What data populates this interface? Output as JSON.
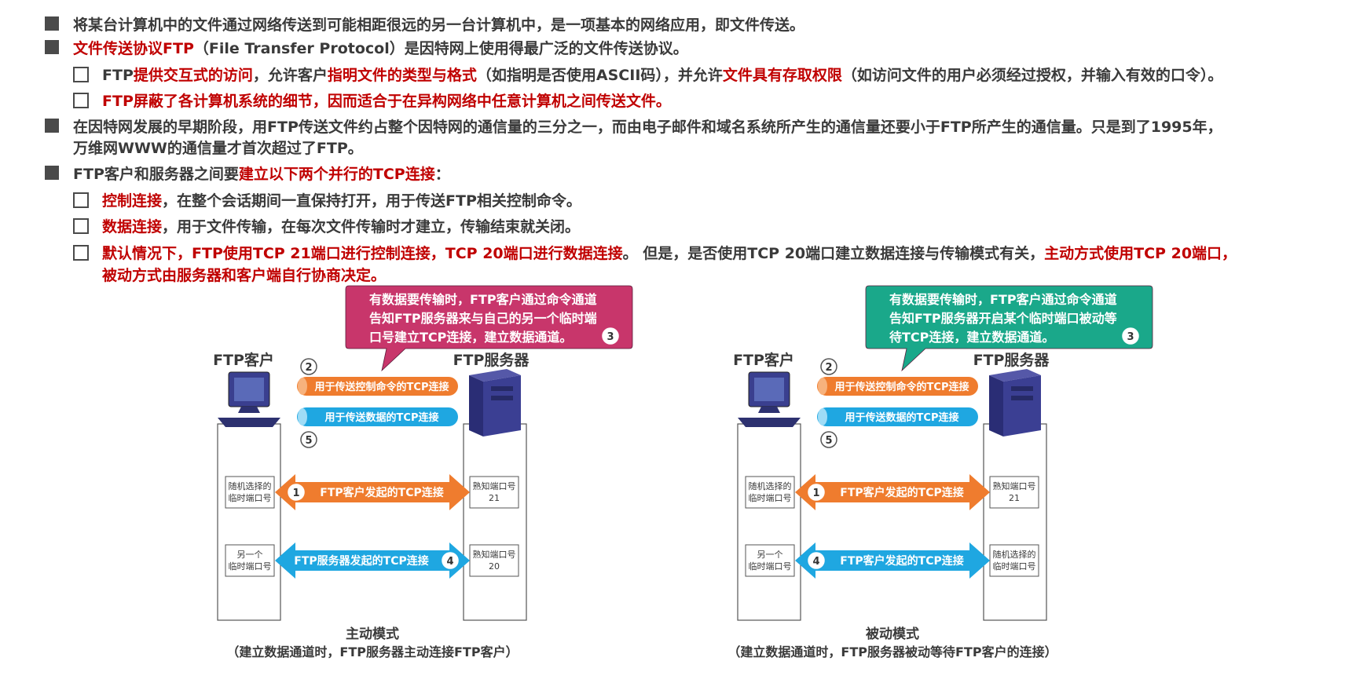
{
  "bullets": [
    {
      "segments": [
        {
          "t": "将某台计算机中的文件通过网络传送到可能相距很远的另一台计算机中，是一项基本的网络应用，即文件传送。",
          "red": false
        }
      ]
    },
    {
      "segments": [
        {
          "t": "文件传送协议FTP",
          "red": true
        },
        {
          "t": "（File Transfer Protocol）是因特网上使用得最广泛的文件传送协议。",
          "red": false
        }
      ]
    },
    {
      "segments": [
        {
          "t": "FTP",
          "red": false
        },
        {
          "t": "提供交互式的访问",
          "red": true
        },
        {
          "t": "，允许客户",
          "red": false
        },
        {
          "t": "指明文件的类型与格式",
          "red": true
        },
        {
          "t": "（如指明是否使用ASCII码），并允许",
          "red": false
        },
        {
          "t": "文件具有存取权限",
          "red": true
        },
        {
          "t": "（如访问文件的用户必须经过授权，并输入有效的口令）。",
          "red": false
        }
      ]
    },
    {
      "segments": [
        {
          "t": "FTP屏蔽了各计算机系统的细节，因而适合于在异构网络中任意计算机之间传送文件。",
          "red": true
        }
      ]
    },
    {
      "segments": [
        {
          "t": "在因特网发展的早期阶段，用FTP传送文件约占整个因特网的通信量的三分之一，而由电子邮件和域名系统所产生的通信量还要小于FTP所产生的通信量。只是到了1995年，",
          "red": false
        }
      ]
    },
    {
      "segments": [
        {
          "t": "万维网WWW的通信量才首次超过了FTP。",
          "red": false
        }
      ]
    },
    {
      "segments": [
        {
          "t": "FTP客户和服务器之间要",
          "red": false
        },
        {
          "t": "建立以下两个并行的TCP连接",
          "red": true
        },
        {
          "t": "：",
          "red": false
        }
      ]
    },
    {
      "segments": [
        {
          "t": "控制连接",
          "red": true
        },
        {
          "t": "，在整个会话期间一直保持打开，用于传送FTP相关控制命令。",
          "red": false
        }
      ]
    },
    {
      "segments": [
        {
          "t": "数据连接",
          "red": true
        },
        {
          "t": "，用于文件传输，在每次文件传输时才建立，传输结束就关闭。",
          "red": false
        }
      ]
    },
    {
      "segments": [
        {
          "t": "默认情况下，FTP使用TCP 21端口进行控制连接，TCP 20端口进行数据连接",
          "red": true
        },
        {
          "t": "。 但是，是否使用TCP 20端口建立数据连接与传输模式有关，",
          "red": false
        },
        {
          "t": "主动方式使用TCP 20端口，",
          "red": true
        }
      ]
    },
    {
      "segments": [
        {
          "t": "被动方式由服务器和客户端自行协商决定。",
          "red": true
        }
      ]
    }
  ],
  "diagrams": [
    {
      "accent": "#c8366b",
      "callout_lines": [
        "有数据要传输时，FTP客户通过命令通道",
        "告知FTP服务器来与自己的另一个临时端",
        "口号建立TCP连接，建立数据通道。"
      ],
      "callout_num": "3",
      "client_label": "FTP客户",
      "server_label": "FTP服务器",
      "ctrl_num": "2",
      "ctrl_label": "用于传送控制命令的TCP连接",
      "data_label": "用于传送数据的TCP连接",
      "data_num": "5",
      "client_port1": [
        "随机选择的",
        "临时端口号"
      ],
      "client_port2": [
        "另一个",
        "临时端口号"
      ],
      "server_port1": [
        "熟知端口号",
        "21"
      ],
      "server_port2": [
        "熟知端口号",
        "20"
      ],
      "arrow1_num": "1",
      "arrow1_label": "FTP客户发起的TCP连接",
      "arrow2_num": "4",
      "arrow2_label": "FTP服务器发起的TCP连接",
      "mode_title": "主动模式",
      "mode_sub": "（建立数据通道时，FTP服务器主动连接FTP客户）"
    },
    {
      "accent": "#1aa88a",
      "callout_lines": [
        "有数据要传输时，FTP客户通过命令通道",
        "告知FTP服务器开启某个临时端口被动等",
        "待TCP连接，建立数据通道。"
      ],
      "callout_num": "3",
      "client_label": "FTP客户",
      "server_label": "FTP服务器",
      "ctrl_num": "2",
      "ctrl_label": "用于传送控制命令的TCP连接",
      "data_label": "用于传送数据的TCP连接",
      "data_num": "5",
      "client_port1": [
        "随机选择的",
        "临时端口号"
      ],
      "client_port2": [
        "另一个",
        "临时端口号"
      ],
      "server_port1": [
        "熟知端口号",
        "21"
      ],
      "server_port2": [
        "随机选择的",
        "临时端口号"
      ],
      "arrow1_num": "1",
      "arrow1_label": "FTP客户发起的TCP连接",
      "arrow2_num": "4",
      "arrow2_label": "FTP客户发起的TCP连接",
      "mode_title": "被动模式",
      "mode_sub": "（建立数据通道时，FTP服务器被动等待FTP客户的连接）"
    }
  ],
  "colors": {
    "orange": "#ef7c2e",
    "blue": "#1fa7e1",
    "red": "#c00000",
    "text": "#3a3a3a"
  }
}
